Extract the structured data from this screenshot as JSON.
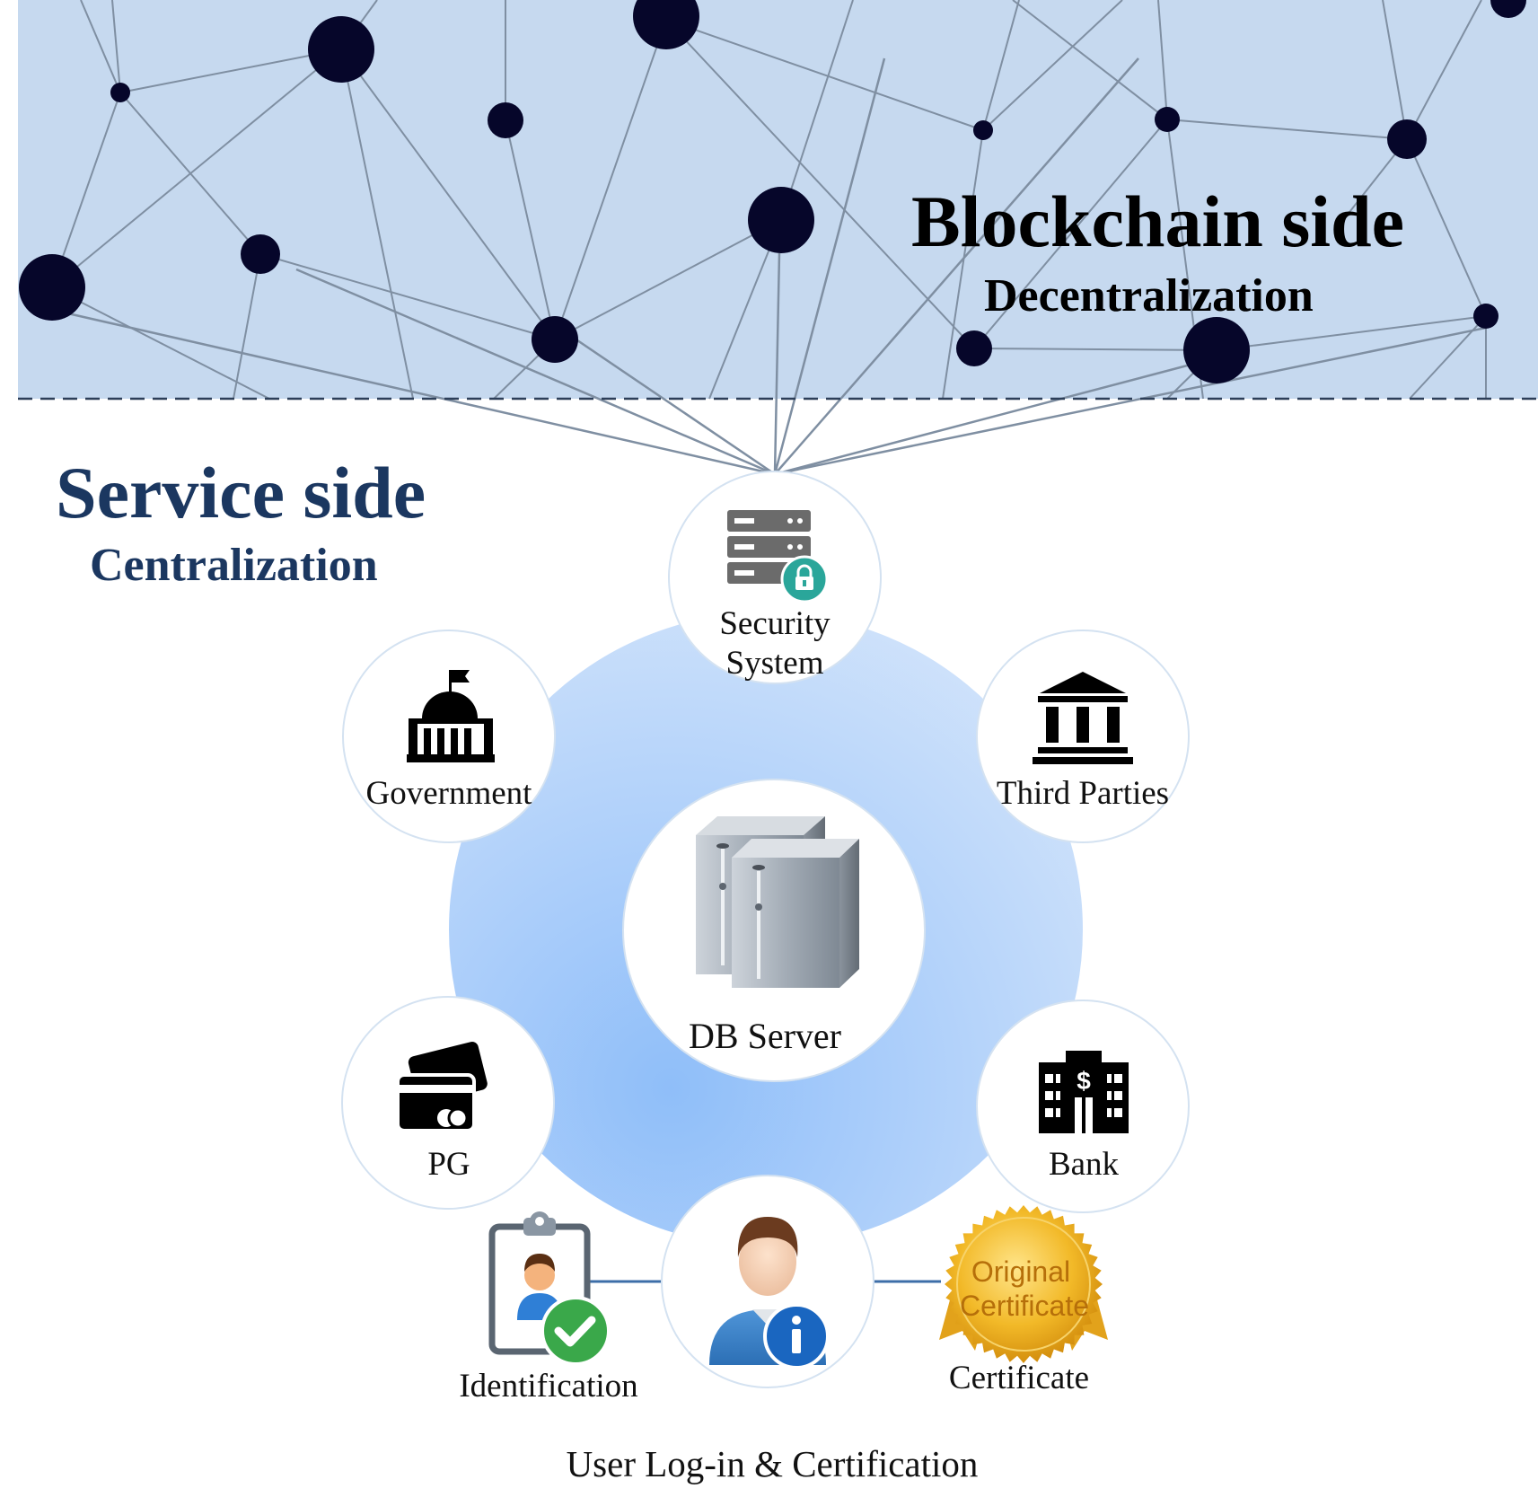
{
  "blockchain": {
    "title": "Blockchain side",
    "subtitle": "Decentralization"
  },
  "service": {
    "title": "Service side",
    "subtitle": "Centralization"
  },
  "center": {
    "label": "DB Server",
    "icon": "db-server-icon"
  },
  "nodes": {
    "security": {
      "line1": "Security",
      "line2": "System",
      "icon": "server-lock-icon"
    },
    "government": {
      "label": "Government",
      "icon": "capitol-building-icon"
    },
    "third_parties": {
      "label": "Third Parties",
      "icon": "institution-columns-icon"
    },
    "pg": {
      "label": "PG",
      "icon": "credit-cards-icon"
    },
    "bank": {
      "label": "Bank",
      "icon": "bank-building-icon"
    },
    "user": {
      "icon": "user-info-icon"
    }
  },
  "user_row": {
    "identification": {
      "label": "Identification",
      "icon": "id-badge-check-icon"
    },
    "certificate": {
      "label": "Certificate",
      "badge_line1": "Original",
      "badge_line2": "Certificate",
      "icon": "gold-seal-icon"
    },
    "caption": "User Log-in & Certification"
  },
  "colors": {
    "blockchain_bg": "#c6d9ef",
    "node_dot": "#06062a",
    "network_line": "#7f8fa2",
    "title_navy": "#1b3760",
    "ring_blue": "#a7cbfb",
    "check_green": "#3aa84a",
    "lock_teal": "#2aa69a",
    "info_blue": "#1a66c0",
    "gold": "#e8a514"
  }
}
